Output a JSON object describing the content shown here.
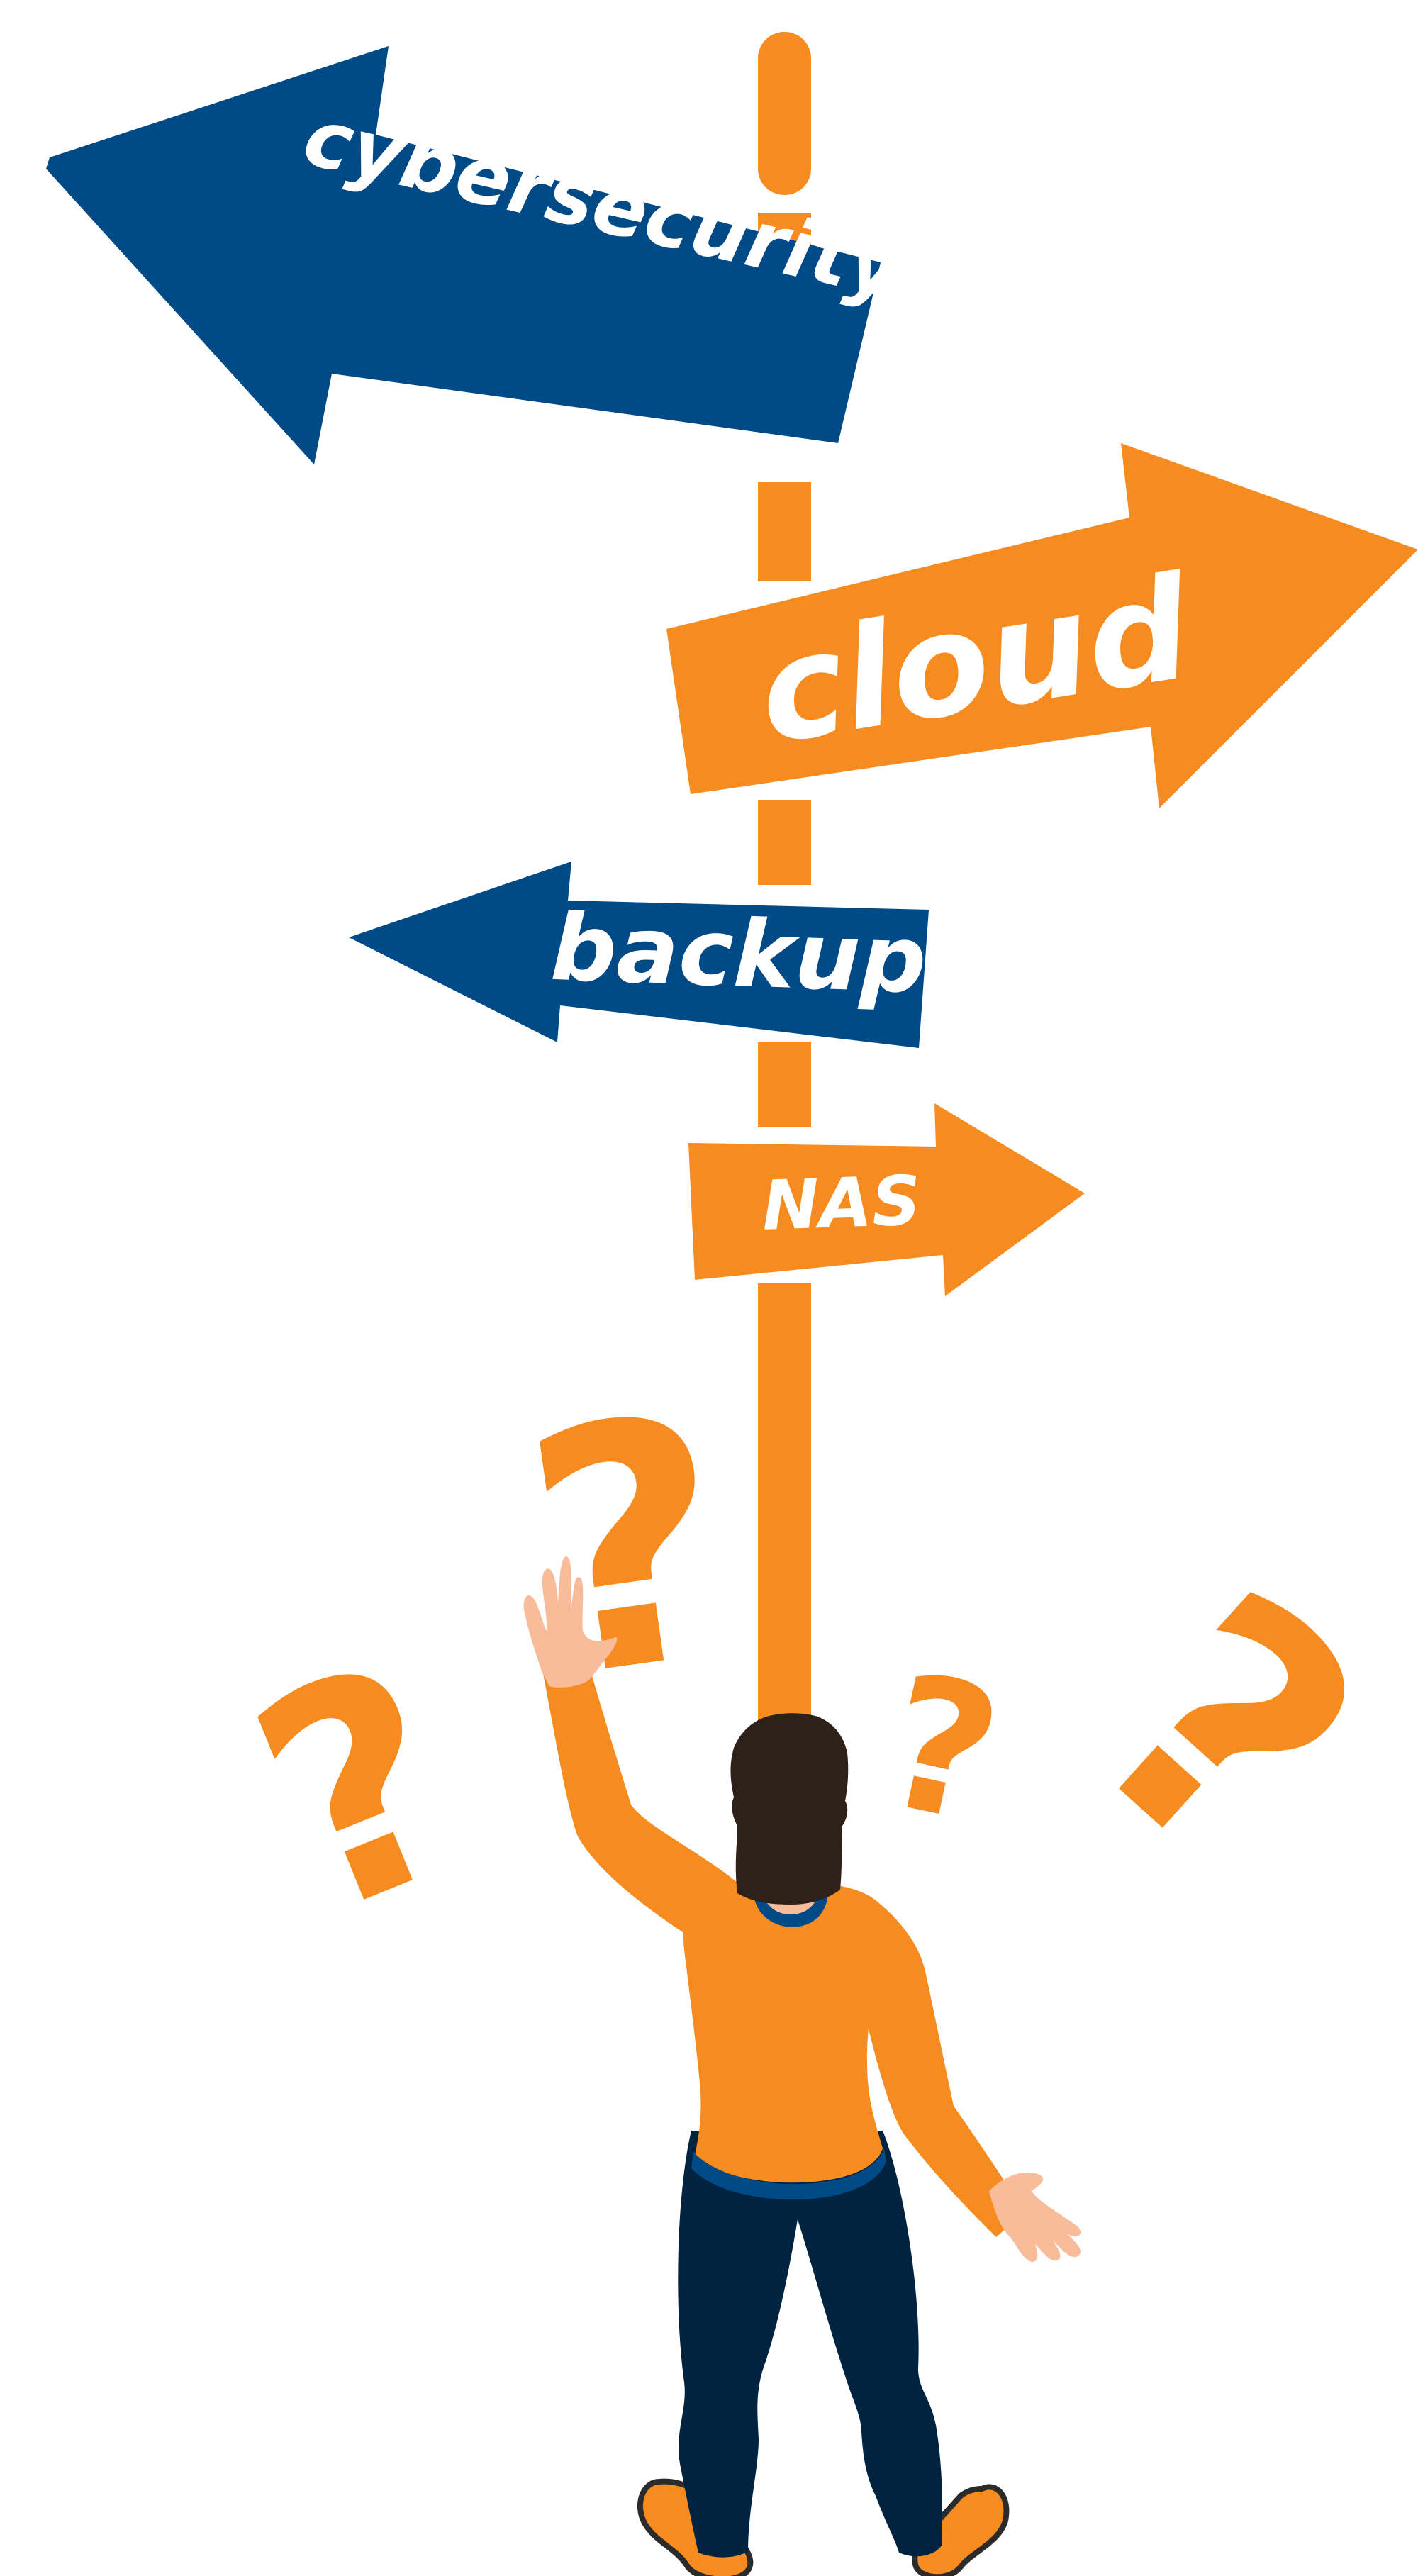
{
  "signs": [
    {
      "id": "cybersecurity",
      "label": "cybersecurity",
      "direction": "left"
    },
    {
      "id": "cloud",
      "label": "cloud",
      "direction": "right"
    },
    {
      "id": "backup",
      "label": "backup",
      "direction": "left"
    },
    {
      "id": "nas",
      "label": "NAS",
      "direction": "right"
    }
  ],
  "question_mark_glyph": "?",
  "colors": {
    "orange": "#F68B1F",
    "navy": "#004A87",
    "skin": "#F8BC9B",
    "hair": "#2E211A",
    "pants": "#002440",
    "white": "#FFFFFF"
  }
}
